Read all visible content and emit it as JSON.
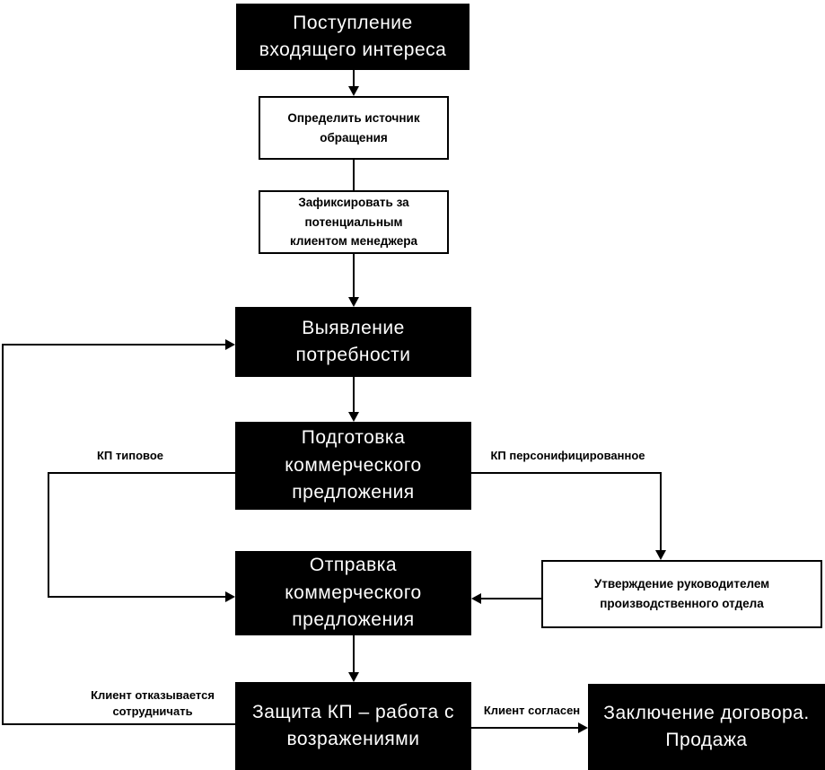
{
  "diagram": {
    "title": "Sales process flowchart",
    "nodes": {
      "incoming": {
        "label": "Поступление\nвходящего интереса",
        "style": "dark"
      },
      "source": {
        "label": "Определить источник\nобращения",
        "style": "light"
      },
      "assign": {
        "label": "Зафиксировать за\nпотенциальным\nклиентом менеджера",
        "style": "light"
      },
      "needs": {
        "label": "Выявление\nпотребности",
        "style": "dark"
      },
      "prepare": {
        "label": "Подготовка\nкоммерческого\nпредложения",
        "style": "dark"
      },
      "send": {
        "label": "Отправка\nкоммерческого\nпредложения",
        "style": "dark"
      },
      "approve": {
        "label": "Утверждение руководителем\nпроизводственного отдела",
        "style": "light"
      },
      "defend": {
        "label": "Защита КП – работа с\nвозражениями",
        "style": "dark"
      },
      "close": {
        "label": "Заключение договора.\nПродажа",
        "style": "dark"
      }
    },
    "edge_labels": {
      "standard_cp": "КП типовое",
      "personalized_cp": "КП персонифицированное",
      "client_refuses": "Клиент отказывается\nсотрудничать",
      "client_agrees": "Клиент согласен"
    },
    "colors": {
      "node_fill_dark": "#000000",
      "node_text_dark": "#ffffff",
      "node_fill_light": "#ffffff",
      "node_border": "#000000",
      "connector": "#000000",
      "background": "#ffffff"
    }
  }
}
